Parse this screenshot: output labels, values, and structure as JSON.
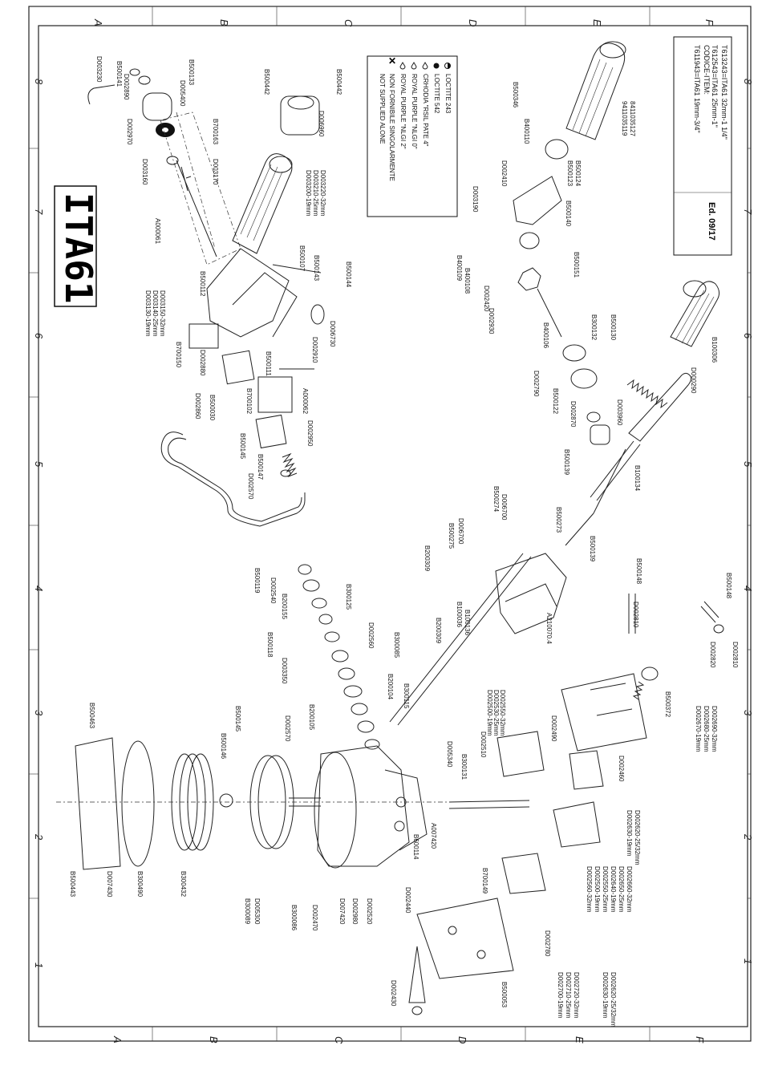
{
  "drawing": {
    "title": "ITA61",
    "edition": "Ed. 09/17",
    "zone_letters": [
      "A",
      "B",
      "C",
      "D",
      "E",
      "F"
    ],
    "zone_numbers": [
      "1",
      "2",
      "3",
      "4",
      "5",
      "6",
      "7",
      "8"
    ]
  },
  "legend": {
    "items": [
      {
        "symbol": "half-dot",
        "text": "LOCTITE 243"
      },
      {
        "symbol": "full-dot",
        "text": "LOCTITE 542"
      },
      {
        "symbol": "drop",
        "text": "CRHODIA \"RSIL PATE 4\""
      },
      {
        "symbol": "drop",
        "text": "ROYAL PURPLE \"NLGI 0\""
      },
      {
        "symbol": "drop",
        "text": "ROYAL PURPLE \"NLGI 2\""
      },
      {
        "symbol": "x-mark",
        "text": "NON FORNIBILE SINGOLARMENTE"
      },
      {
        "symbol": "",
        "text": "NOT SUPPLIED ALONE"
      }
    ]
  },
  "code_box": {
    "header": "CODICE-ITEM:",
    "rows": [
      "T611943=ITA61  19mm-3/4\"",
      "T612543=ITA61  25mm-1\"",
      "T613243=ITA61  32mm-1 1/4\""
    ]
  },
  "parts": [
    "D003230",
    "B500141",
    "D002890",
    "B500133",
    "D005400",
    "B500442",
    "B500442",
    "D006960",
    "D002970",
    "B700163",
    "D003160",
    "D003170",
    "A000061",
    "D003200-19mm",
    "D003210-25mm",
    "D003220-32mm",
    "B500107",
    "B500143",
    "B500144",
    "B500112",
    "D003130-19mm",
    "D003140-25mm",
    "D003150-32mm",
    "B700150",
    "D002880",
    "D006730",
    "D002910",
    "B500111",
    "D002860",
    "B500030",
    "B700102",
    "A000062",
    "B500145",
    "B500147",
    "D002950",
    "D002570",
    "B500119",
    "D002540",
    "B200155",
    "B300125",
    "B500118",
    "D002560",
    "B300085",
    "D003350",
    "B200104",
    "B300115",
    "B200105",
    "D002570",
    "B500146",
    "B500145",
    "B500463",
    "B500443",
    "D007430",
    "B300490",
    "B300432",
    "B300089",
    "D005300",
    "B300086",
    "D002470",
    "D007420",
    "D002980",
    "D002520",
    "B600114",
    "A007420",
    "B300131",
    "D005340",
    "D002510",
    "D002500-19mm",
    "D002530-25mm",
    "D002550-32mm",
    "D002490",
    "D002460",
    "D002440",
    "B700149",
    "D002430",
    "B500053",
    "D002700-19mm",
    "D002710-25mm",
    "D002720-32mm",
    "D002780",
    "D002630-19mm",
    "D002620-25/32mm",
    "D002640-19mm",
    "D002650-25mm",
    "D002660-32mm",
    "D002500-19mm",
    "D002550-25mm",
    "D002560-32mm",
    "D002630-19mm",
    "D002620-25/32mm",
    "D002670-19mm",
    "D002680-25mm",
    "D002690-32mm",
    "B500372",
    "B200309",
    "B500275",
    "D006700",
    "B500274",
    "D006700",
    "B500273",
    "B500139",
    "B100036",
    "B100136",
    "B200309",
    "A210070.4",
    "B500139",
    "B500148",
    "D002810",
    "D002820",
    "D002810",
    "B500148",
    "B100134",
    "D000290",
    "B100306",
    "D003190",
    "B400109",
    "B400108",
    "D002420",
    "D002930",
    "B400106",
    "D002790",
    "B500122",
    "D002870",
    "D003960",
    "B300132",
    "B500130",
    "B500151",
    "B500140",
    "D002410",
    "B400110",
    "B500346",
    "B500123",
    "B500124",
    "9411035119",
    "8411035127"
  ]
}
